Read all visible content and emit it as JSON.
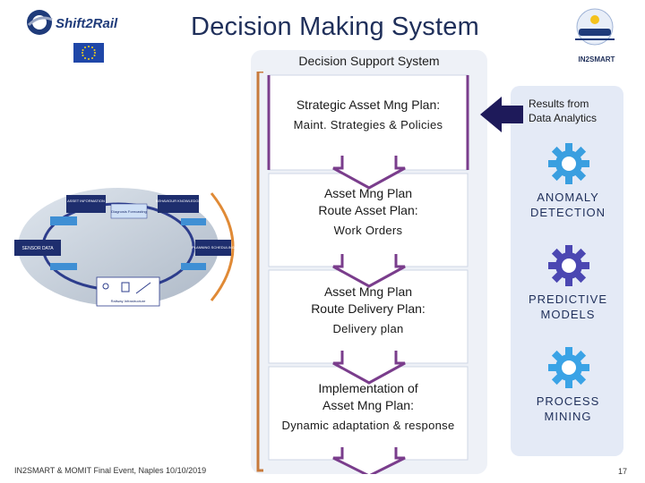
{
  "header": {
    "title": "Decision Making System",
    "logo_left_text": "Shift2Rail",
    "logo_right_text": "IN2SMART"
  },
  "dss": {
    "title": "Decision Support System",
    "steps": [
      {
        "main": "Strategic Asset Mng Plan:",
        "sub": "Maint. Strategies & Policies"
      },
      {
        "main_line1": "Asset Mng Plan",
        "main_line2": "Route Asset Plan:",
        "sub": "Work Orders"
      },
      {
        "main_line1": "Asset Mng Plan",
        "main_line2": "Route Delivery Plan:",
        "sub": "Delivery plan"
      },
      {
        "main_line1": "Implementation of",
        "main_line2": "Asset Mng Plan:",
        "sub": "Dynamic adaptation & response"
      }
    ]
  },
  "right": {
    "results_line1": "Results from",
    "results_line2": "Data Analytics",
    "modules": [
      {
        "line1": "ANOMALY",
        "line2": "DETECTION",
        "icon": "gear-icon",
        "color": "#3a9fe0"
      },
      {
        "line1": "PREDICTIVE",
        "line2": "MODELS",
        "icon": "gear-icon",
        "color": "#4b47b2"
      },
      {
        "line1": "PROCESS",
        "line2": "MINING",
        "icon": "gear-icon",
        "color": "#3aa3e6"
      }
    ]
  },
  "diagram": {
    "labels": {
      "asset_info": "ASSET INFORMATION",
      "behaviour": "BEHAVIOUR KNOWLEDGE",
      "sensor": "SENSOR DATA",
      "planning": "PLANNING SCHEDULING",
      "diagnosis": "Diagnosis Forecasting",
      "railway": "Railway Infrastructure"
    }
  },
  "footer": {
    "left": "IN2SMART & MOMIT Final Event, Naples 10/10/2019",
    "page": "17"
  },
  "colors": {
    "title": "#1f2f5a",
    "bracket": "#c87a3c",
    "arrow_fill": "#7a3d8c",
    "orange_ring": "#e08a36"
  }
}
